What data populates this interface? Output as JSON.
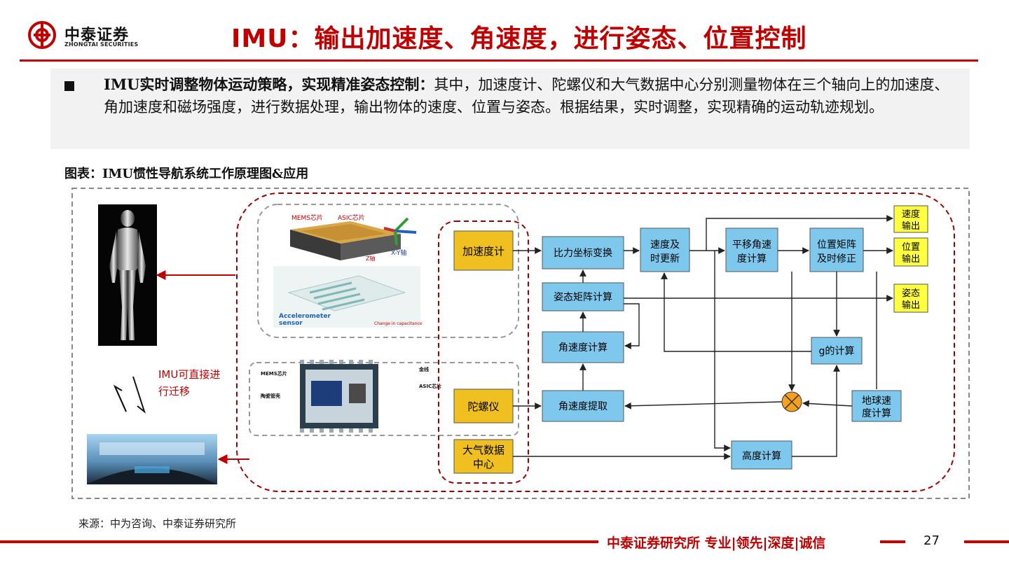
{
  "header": {
    "logo_cn": "中泰证券",
    "logo_en": "ZHONGTAI SECURITIES",
    "title": "IMU：输出加速度、角速度，进行姿态、位置控制"
  },
  "summary": {
    "lead": "IMU实时调整物体运动策略，实现精准姿态控制：",
    "body": "其中，加速度计、陀螺仪和大气数据中心分别测量物体在三个轴向上的加速度、角加速度和磁场强度，进行数据处理，输出物体的速度、位置与姿态。根据结果，实时调整，实现精确的运动轨迹规划。"
  },
  "figure": {
    "caption": "图表：IMU惯性导航系统工作原理图&应用",
    "migrate_label": [
      "IMU可直接进",
      "行迁移"
    ],
    "chip_labels": {
      "mems_chip": "MEMS芯片",
      "asic_chip": "ASIC芯片",
      "xy_axis": "X-Y轴",
      "z_axis": "Z轴",
      "accel_sensor": [
        "Accelerometer",
        "sensor"
      ],
      "change_capacitance": "Change in capacitance",
      "mems_chip2": "MEMS芯片",
      "asic_chip2": "ASIC芯片",
      "ceramic": "陶瓷管壳",
      "gold_wire": "金线"
    },
    "sensors": {
      "accelerometer": "加速度计",
      "gyroscope": "陀螺仪",
      "air_data": [
        "大气数据",
        "中心"
      ]
    },
    "blocks": {
      "specific_force": "比力坐标变换",
      "velocity_update": [
        "速度及",
        "时更新"
      ],
      "translation": [
        "平移角速",
        "度计算"
      ],
      "position_matrix": [
        "位置矩阵",
        "及时修正"
      ],
      "attitude_matrix": "姿态矩阵计算",
      "angular_velocity_calc": "角速度计算",
      "angular_velocity_extract": "角速度提取",
      "gravity_calc": "g的计算",
      "earth_rate": [
        "地球速",
        "度计算"
      ],
      "altitude": "高度计算"
    },
    "outputs": {
      "velocity": [
        "速度",
        "输出"
      ],
      "position": [
        "位置",
        "输出"
      ],
      "attitude": [
        "姿态",
        "输出"
      ]
    },
    "colors": {
      "sensor_fill": "#f0c020",
      "block_fill": "#7ec8ee",
      "output_fill": "#ffff40",
      "red": "#c00000"
    }
  },
  "source": "来源：中为咨询、中泰证券研究所",
  "footer": {
    "text": "中泰证券研究所 专业|领先|深度|诚信",
    "page": "27"
  }
}
